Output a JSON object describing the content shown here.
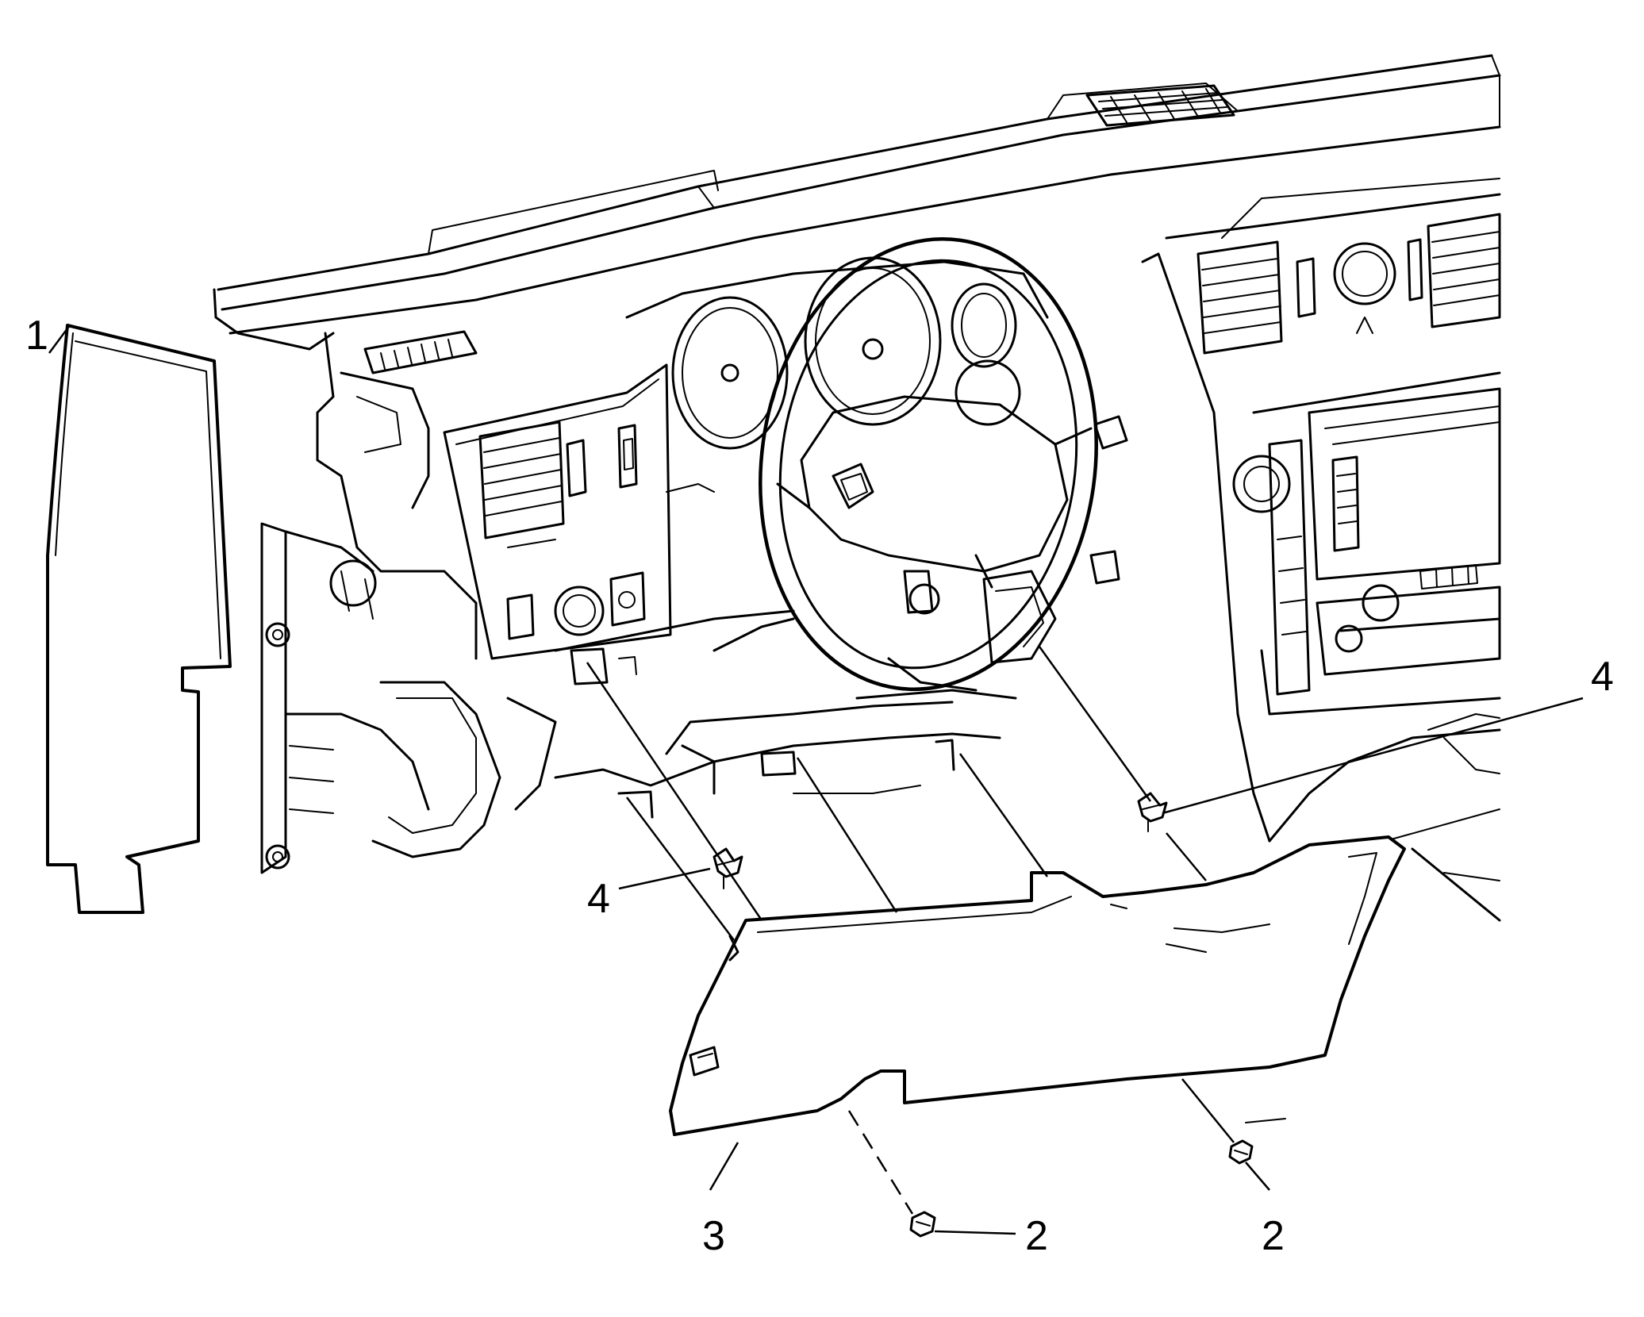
{
  "callouts": [
    {
      "id": "1",
      "text": "1"
    },
    {
      "id": "2a",
      "text": "2"
    },
    {
      "id": "2b",
      "text": "2"
    },
    {
      "id": "3",
      "text": "3"
    },
    {
      "id": "4a",
      "text": "4"
    },
    {
      "id": "4b",
      "text": "4"
    }
  ]
}
